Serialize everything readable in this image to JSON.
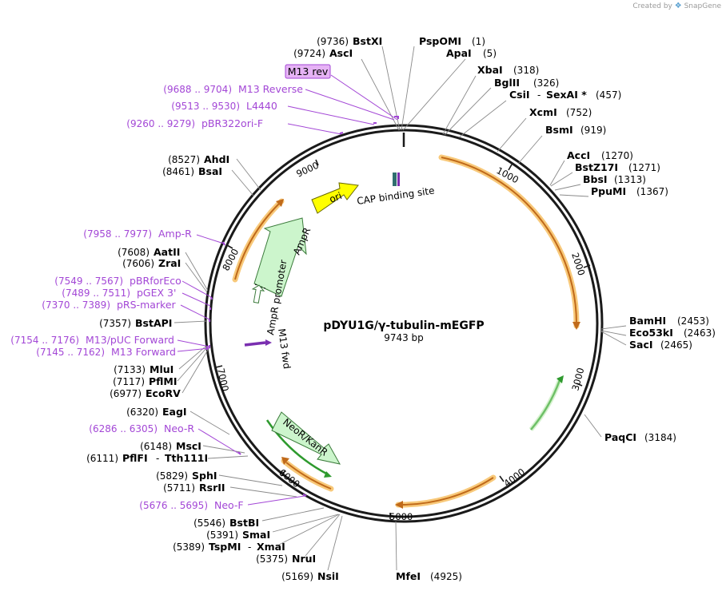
{
  "credit": {
    "created_by": "Created by",
    "brand": "SnapGene"
  },
  "plasmid": {
    "name": "pDYU1G/γ-tubulin-mEGFP",
    "length": "9743 bp",
    "total_bp": 9743
  },
  "ticks": [
    "1000",
    "2000",
    "3000",
    "4000",
    "5000",
    "6000",
    "7000",
    "8000",
    "9000"
  ],
  "enzymes": [
    {
      "id": "bstxi",
      "name": "BstXI",
      "pos": "(9736)"
    },
    {
      "id": "psp",
      "name": "PspOMI",
      "pos": "(1)"
    },
    {
      "id": "asci",
      "name": "AscI",
      "pos": "(9724)"
    },
    {
      "id": "apai",
      "name": "ApaI",
      "pos": "(5)"
    },
    {
      "id": "xbai",
      "name": "XbaI",
      "pos": "(318)"
    },
    {
      "id": "bglii",
      "name": "BglII",
      "pos": "(326)"
    },
    {
      "id": "csii",
      "name": "CsiI",
      "sep": "-",
      "name2": "SexAI *",
      "pos": "(457)"
    },
    {
      "id": "xcmi",
      "name": "XcmI",
      "pos": "(752)"
    },
    {
      "id": "bsmi",
      "name": "BsmI",
      "pos": "(919)"
    },
    {
      "id": "acci",
      "name": "AccI",
      "pos": "(1270)"
    },
    {
      "id": "bstz",
      "name": "BstZ17I",
      "pos": "(1271)"
    },
    {
      "id": "bbsi",
      "name": "BbsI",
      "pos": "(1313)"
    },
    {
      "id": "ppumi",
      "name": "PpuMI",
      "pos": "(1367)"
    },
    {
      "id": "bamhi",
      "name": "BamHI",
      "pos": "(2453)"
    },
    {
      "id": "eco53",
      "name": "Eco53kI",
      "pos": "(2463)"
    },
    {
      "id": "saci",
      "name": "SacI",
      "pos": "(2465)"
    },
    {
      "id": "paqci",
      "name": "PaqCI",
      "pos": "(3184)"
    },
    {
      "id": "mfei",
      "name": "MfeI",
      "pos": "(4925)"
    },
    {
      "id": "nsii",
      "name": "NsiI",
      "pos": "(5169)"
    },
    {
      "id": "nrui",
      "name": "NruI",
      "pos": "(5375)"
    },
    {
      "id": "tspmi",
      "name": "TspMI",
      "sep": "-",
      "name2": "XmaI",
      "pos": "(5389)"
    },
    {
      "id": "smai",
      "name": "SmaI",
      "pos": "(5391)"
    },
    {
      "id": "bstbi",
      "name": "BstBI",
      "pos": "(5546)"
    },
    {
      "id": "rsrii",
      "name": "RsrII",
      "pos": "(5711)"
    },
    {
      "id": "sphi",
      "name": "SphI",
      "pos": "(5829)"
    },
    {
      "id": "pflfi",
      "name": "PflFI",
      "sep": "-",
      "name2": "Tth111I",
      "pos": "(6111)"
    },
    {
      "id": "msci",
      "name": "MscI",
      "pos": "(6148)"
    },
    {
      "id": "eagi",
      "name": "EagI",
      "pos": "(6320)"
    },
    {
      "id": "ecorv",
      "name": "EcoRV",
      "pos": "(6977)"
    },
    {
      "id": "pflmi",
      "name": "PflMI",
      "pos": "(7117)"
    },
    {
      "id": "mlui",
      "name": "MluI",
      "pos": "(7133)"
    },
    {
      "id": "bstapi",
      "name": "BstAPI",
      "pos": "(7357)"
    },
    {
      "id": "zrai",
      "name": "ZraI",
      "pos": "(7606)"
    },
    {
      "id": "aatii",
      "name": "AatII",
      "pos": "(7608)"
    },
    {
      "id": "bsai",
      "name": "BsaI",
      "pos": "(8461)"
    },
    {
      "id": "ahdi",
      "name": "AhdI",
      "pos": "(8527)"
    }
  ],
  "primers": [
    {
      "id": "m13rev",
      "name": "M13 Reverse",
      "pos": "(9688 .. 9704)"
    },
    {
      "id": "l4440",
      "name": "L4440",
      "pos": "(9513 .. 9530)"
    },
    {
      "id": "pbr322",
      "name": "pBR322ori-F",
      "pos": "(9260 .. 9279)"
    },
    {
      "id": "ampr",
      "name": "Amp-R",
      "pos": "(7958 .. 7977)"
    },
    {
      "id": "pbrfor",
      "name": "pBRforEco",
      "pos": "(7549 .. 7567)"
    },
    {
      "id": "pgex",
      "name": "pGEX 3'",
      "pos": "(7489 .. 7511)"
    },
    {
      "id": "prs",
      "name": "pRS-marker",
      "pos": "(7370 .. 7389)"
    },
    {
      "id": "m13puc",
      "name": "M13/pUC Forward",
      "pos": "(7154 .. 7176)"
    },
    {
      "id": "m13fwd",
      "name": "M13 Forward",
      "pos": "(7145 .. 7162)"
    },
    {
      "id": "neor",
      "name": "Neo-R",
      "pos": "(6286 .. 6305)"
    },
    {
      "id": "neof",
      "name": "Neo-F",
      "pos": "(5676 .. 5695)"
    }
  ],
  "m13rev_box": "M13 rev",
  "features": {
    "ori": "ori",
    "cap": "CAP binding site",
    "ampr": "AmpR",
    "ampr_promoter": "AmpR promoter",
    "m13fwd": "M13 fwd",
    "neor": "NeoR/KanR"
  },
  "colors": {
    "primer": "#a347d6",
    "orf_highlight": "#f8c97a",
    "orf_arrow": "#c06a1a",
    "green_arrow": "#2e9a2e",
    "ori": "#ffff00",
    "ampr": "#ccf5cc",
    "m13_box": "#e6b3f5"
  }
}
